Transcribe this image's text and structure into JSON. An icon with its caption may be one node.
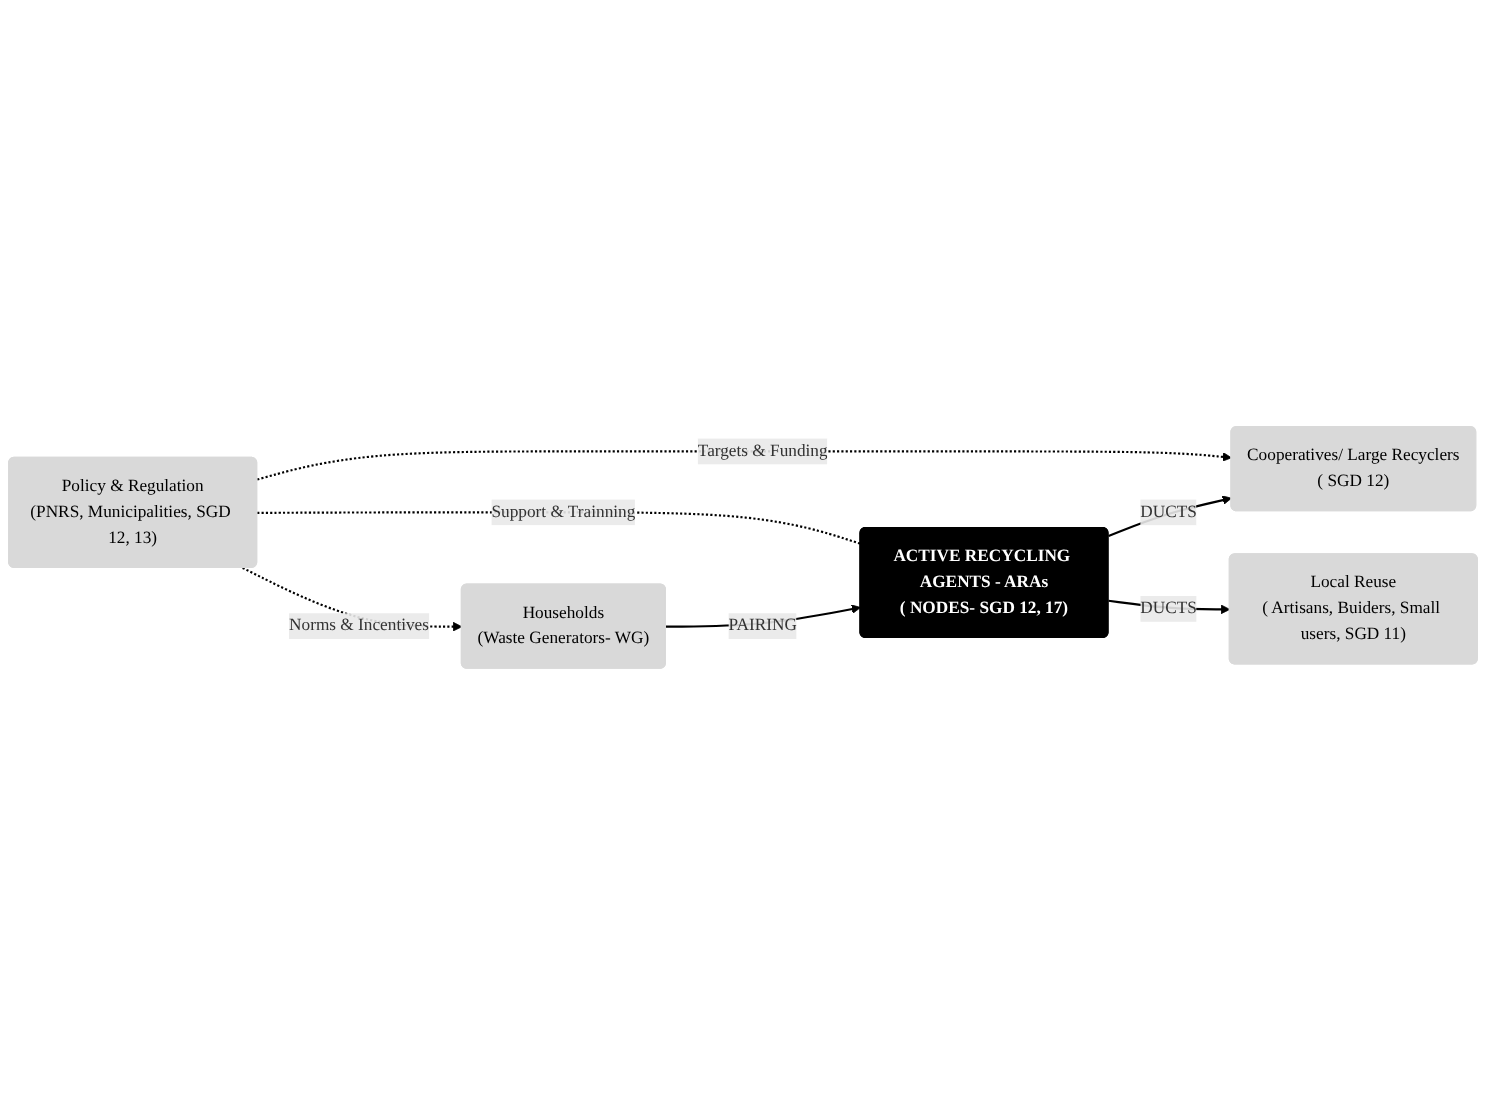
{
  "diagram": {
    "nodes": [
      {
        "text": [
          "Policy & Regulation",
          "(PNRS, Municipalities, SGD 12, 13)"
        ]
      },
      {
        "text": [
          "Households",
          "(Waste Generators- WG)"
        ]
      },
      {
        "text": [
          "Cooperatives/ Large Recyclers",
          "( SGD 12)"
        ]
      },
      {
        "text": [
          "ACTIVE RECYCLING AGENTS - ARAs",
          "( NODES- SGD 12, 17)"
        ]
      },
      {
        "text": [
          "Local Reuse",
          "( Artisans, Buiders, Small users, SGD 11)"
        ]
      }
    ],
    "edges": [
      {
        "from": 0,
        "to": 1,
        "arrow": "to",
        "label": "Norms & Incentives",
        "style": "dashed"
      },
      {
        "from": 0,
        "to": 2,
        "arrow": "to",
        "label": "Targets & Funding",
        "style": "dashed"
      },
      {
        "from": 0,
        "to": 3,
        "arrow": "none",
        "label": "Support & Trainning",
        "style": "dashed"
      },
      {
        "from": 1,
        "to": 3,
        "arrow": "to",
        "label": "PAIRING"
      },
      {
        "from": 3,
        "to": 2,
        "arrow": "to",
        "label": "DUCTS"
      },
      {
        "from": 3,
        "to": 4,
        "arrow": "to",
        "label": "DUCTS"
      }
    ]
  }
}
